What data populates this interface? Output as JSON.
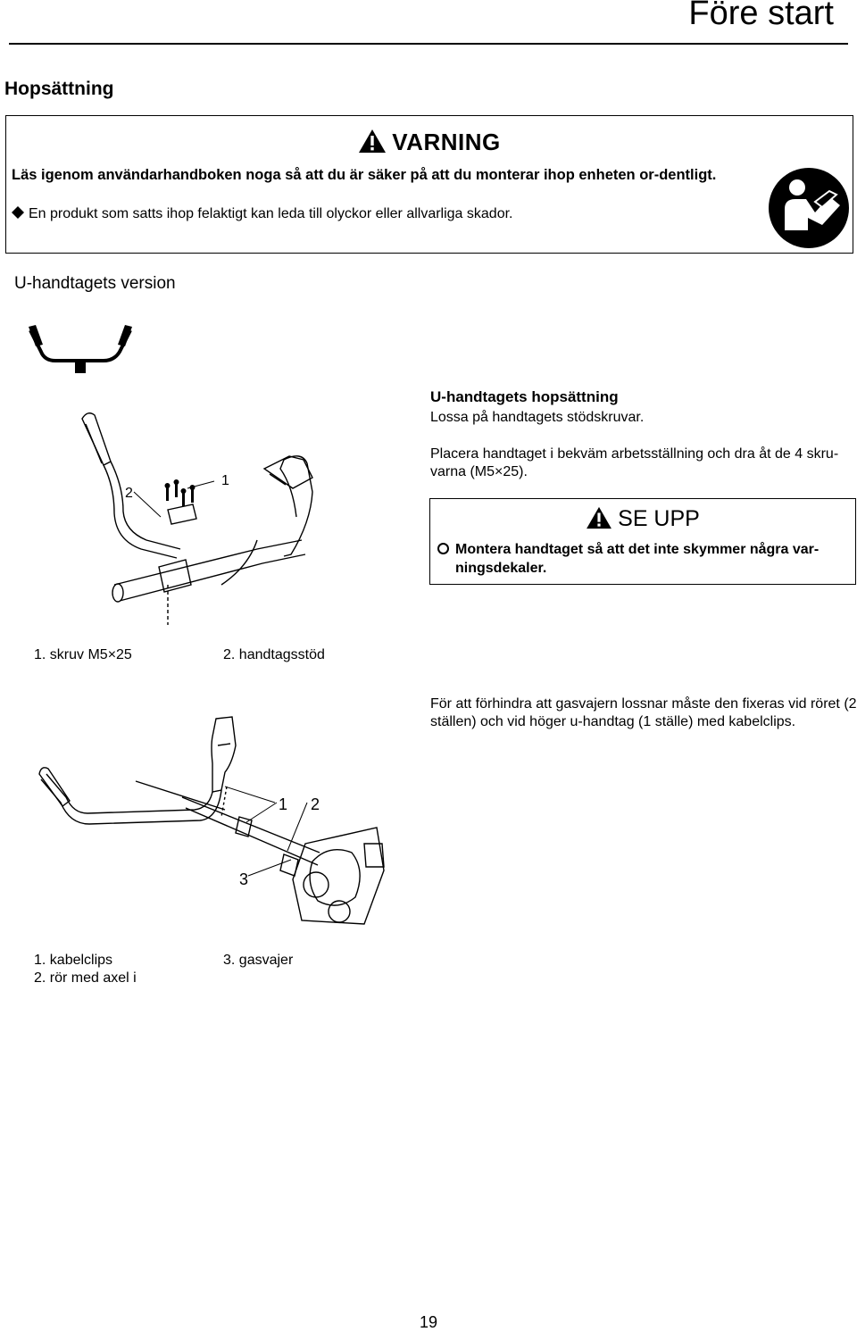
{
  "header": {
    "title": "Före start"
  },
  "section": {
    "title": "Hopsättning"
  },
  "warning": {
    "heading": "VARNING",
    "line1": "Läs igenom användarhandboken noga så att du är säker på att du monterar ihop enheten or-dentligt.",
    "bullet": "En produkt som satts ihop felaktigt kan leda till olyckor eller allvarliga skador.",
    "icon": "read-manual-icon"
  },
  "uhandle": {
    "title": "U-handtagets version",
    "assembly_title": "U-handtagets hopsättning",
    "step1": "Lossa på handtagets stödskruvar.",
    "step2": "Placera handtaget i bekväm arbetsställning och dra åt de 4 skru-varna (M5×25).",
    "caution": {
      "heading": "SE UPP",
      "text": "Montera handtaget så att det inte skymmer några var-ningsdekaler."
    },
    "figure_callouts": [
      "2",
      "1"
    ],
    "legend": [
      "1. skruv M5×25",
      "2. handtagsstöd"
    ]
  },
  "cable": {
    "text": "För att förhindra att gasvajern lossnar måste den fixeras vid röret (2 ställen) och vid höger u-handtag (1 ställe) med kabelclips.",
    "figure_callouts": [
      "1",
      "2",
      "3"
    ],
    "legend": [
      "1. kabelclips",
      "3. gasvajer",
      "2. rör med axel i"
    ]
  },
  "footer": {
    "page_number": "19"
  }
}
